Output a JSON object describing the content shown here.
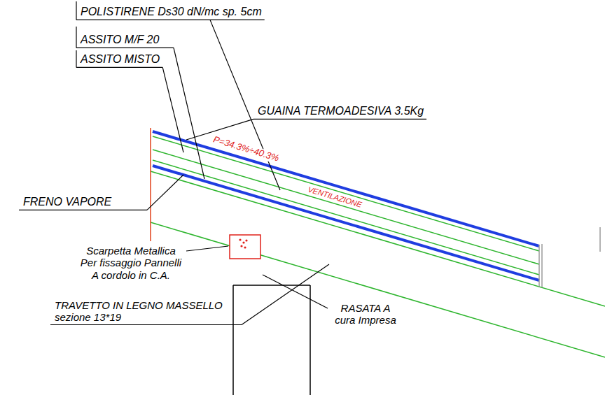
{
  "diagram": {
    "labels": [
      "POLISTIRENE Ds30 dN/mc sp. 5cm",
      "ASSITO M/F 20",
      "ASSITO MISTO",
      "GUAINA TERMOADESIVA 3.5Kg",
      "P=34.3%÷40.3%",
      "VENTILAZIONE",
      "FRENO VAPORE",
      "Scarpetta Metallica Per fissaggio Pannelli A cordolo in C.A.",
      "TRAVETTO IN LEGNO MASSELLO sezione 13*19",
      "RASATA A cura Impresa"
    ]
  }
}
